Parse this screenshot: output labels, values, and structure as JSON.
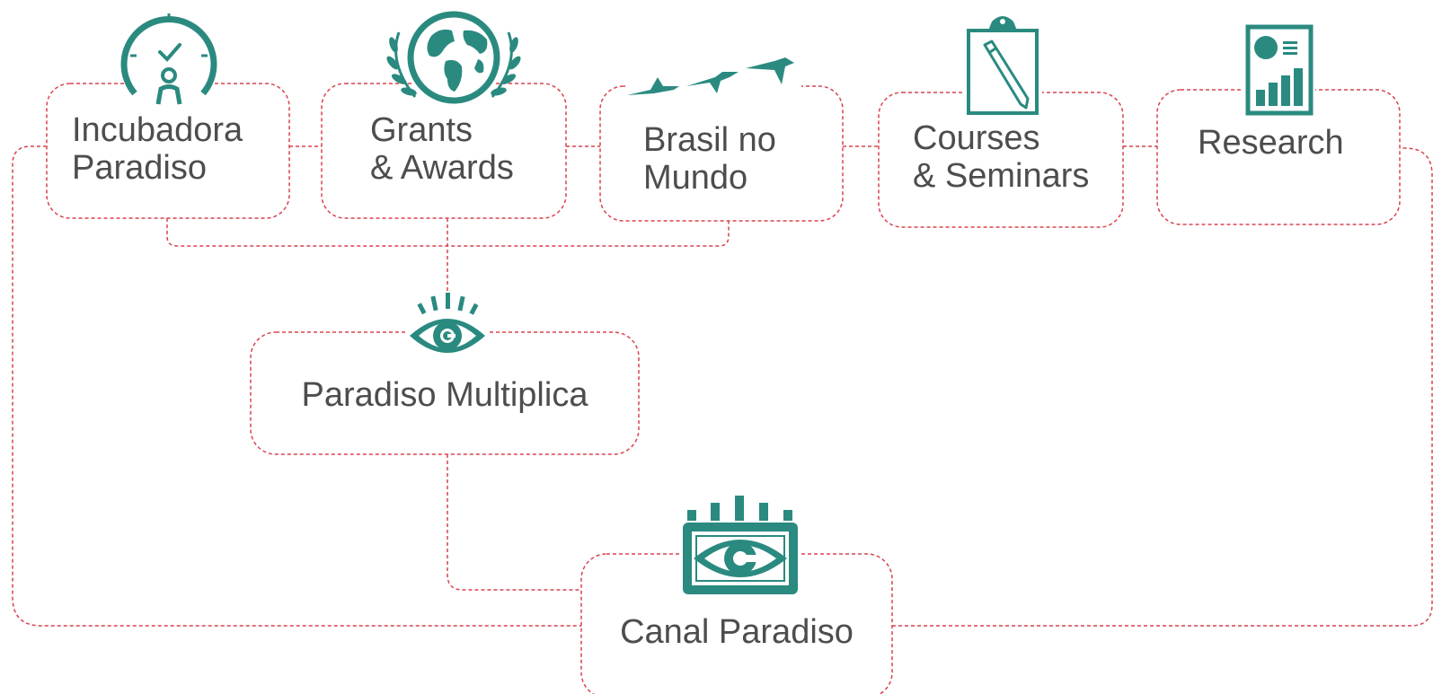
{
  "nodes": {
    "incubadora": {
      "line1": "Incubadora",
      "line2": "Paradiso",
      "icon": "timer-person-icon"
    },
    "grants": {
      "line1": "Grants",
      "line2": "& Awards",
      "icon": "globe-laurel-icon"
    },
    "brasil": {
      "line1": "Brasil no",
      "line2": "Mundo",
      "icon": "birds-icon"
    },
    "courses": {
      "line1": "Courses",
      "line2": "& Seminars",
      "icon": "clipboard-pen-icon"
    },
    "research": {
      "line1": "Research",
      "icon": "report-chart-icon"
    },
    "multiplica": {
      "line1": "Paradiso Multiplica",
      "icon": "eye-rays-icon"
    },
    "canal": {
      "line1": "Canal Paradiso",
      "icon": "screen-eye-icon"
    }
  },
  "colors": {
    "accent": "#2a8a80",
    "connector": "#d9434f",
    "text": "#4d4d4d"
  }
}
